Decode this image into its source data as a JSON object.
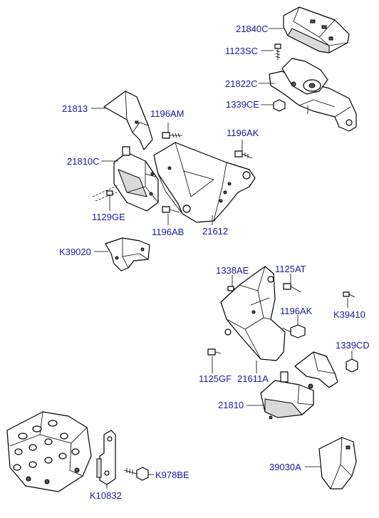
{
  "part_labels": {
    "p21840C": "21840C",
    "p1123SC": "1123SC",
    "p21822C": "21822C",
    "p1339CE": "1339CE",
    "p21813": "21813",
    "p1196AM": "1196AM",
    "p1196AK_top": "1196AK",
    "p21810C": "21810C",
    "p1129GE": "1129GE",
    "p1196AB": "1196AB",
    "p21612": "21612",
    "pK39020": "K39020",
    "p1338AE": "1338AE",
    "p1125AT": "1125AT",
    "p1196AK_mid": "1196AK",
    "pK39410": "K39410",
    "p1339CD": "1339CD",
    "p1125GF": "1125GF",
    "p21611A": "21611A",
    "p21810": "21810",
    "p39030A": "39030A",
    "pK978BE": "K978BE",
    "pK10832": "K10832"
  },
  "colors": {
    "label_text": "#1a1aa0",
    "line": "#000000",
    "background": "#ffffff"
  }
}
